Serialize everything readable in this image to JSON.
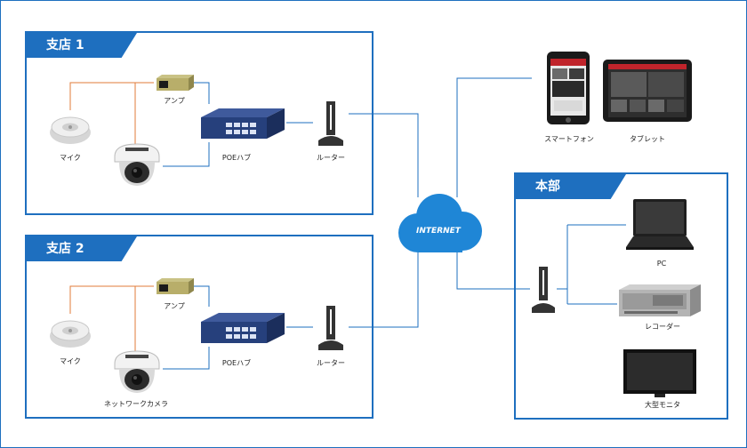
{
  "branch1": {
    "title": "支店 1",
    "amp": "アンプ",
    "mic": "マイク",
    "poe": "POEハブ",
    "router": "ルーター"
  },
  "branch2": {
    "title": "支店 2",
    "amp": "アンプ",
    "mic": "マイク",
    "poe": "POEハブ",
    "router": "ルーター",
    "camera": "ネットワークカメラ"
  },
  "hq": {
    "title": "本部",
    "pc": "PC",
    "recorder": "レコーダー",
    "monitor": "大型モニタ"
  },
  "mobile": {
    "smartphone": "スマートフォン",
    "tablet": "タブレット"
  },
  "cloud": {
    "label": "INTERNET"
  },
  "colors": {
    "accent": "#1e6fbf",
    "audio_line": "#e07b39",
    "cloud": "#1f86d6"
  }
}
